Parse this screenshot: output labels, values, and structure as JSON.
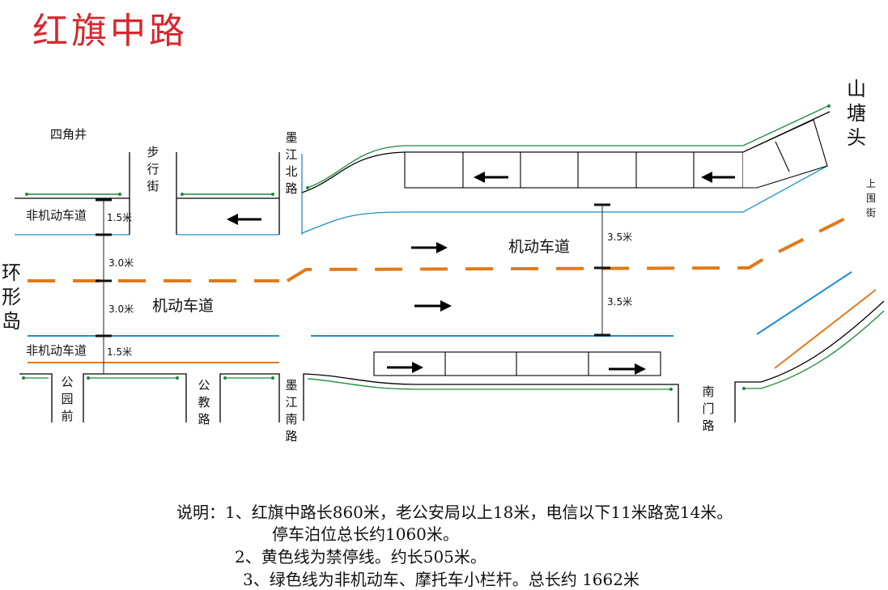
{
  "title": "红旗中路",
  "places": {
    "sijiaojing": "四角井",
    "buxingjie": "步行街",
    "mojiang_north": "墨江北路",
    "shantangtou": "山塘头",
    "shangweijie": "上围街",
    "huanxingdao": "环形岛",
    "gongyuanqian": "公园前",
    "gongjiaolu": "公教路",
    "mojiang_south": "墨江南路",
    "nanmenlu": "南门路"
  },
  "lanes": {
    "nonmotor_top": "非机动车道",
    "nonmotor_bottom": "非机动车道",
    "motor_left": "机动车道",
    "motor_right": "机动车道"
  },
  "widths": {
    "w1": "1.5米",
    "w2": "3.0米",
    "w3": "3.0米",
    "w4": "1.5米",
    "w5": "3.5米",
    "w6": "3.5米"
  },
  "notes": {
    "line1": "说明：1、红旗中路长860米，老公安局以上18米，电信以下11米路宽14米。",
    "line1b": "停车泊位总长约1060米。",
    "line2": "2、黄色线为禁停线。约长505米。",
    "line3": "3、绿色线为非机动车、摩托车小栏杆。总长约 1662米"
  },
  "colors": {
    "title": "#d8262c",
    "no_parking_line": "#e07b1a",
    "lane_line": "#1e8fd0",
    "railing": "#1a8a3a",
    "road_edge": "#000000"
  }
}
